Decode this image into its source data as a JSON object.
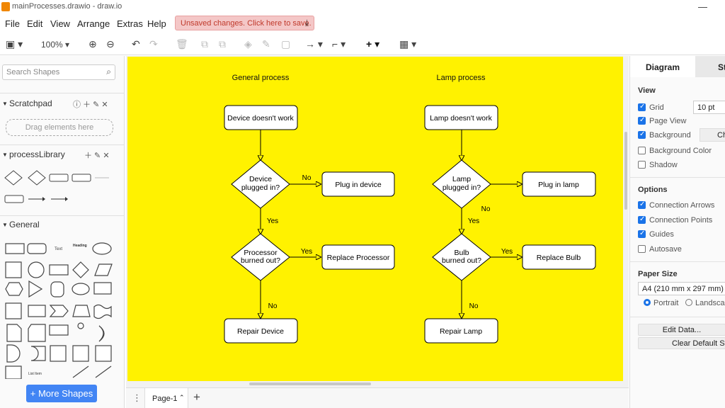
{
  "window": {
    "title": "mainProcesses.drawio - draw.io",
    "minimize_glyph": "—"
  },
  "menu": [
    "File",
    "Edit",
    "View",
    "Arrange",
    "Extras",
    "Help"
  ],
  "unsaved_banner": "Unsaved changes. Click here to save.",
  "toolbar": {
    "zoom": "100%"
  },
  "left_panel": {
    "search_placeholder": "Search Shapes",
    "scratchpad_title": "Scratchpad",
    "dropzone_text": "Drag elements here",
    "library_title": "processLibrary",
    "general_title": "General",
    "more_shapes": "More Shapes",
    "library_labels": {
      "list_item": "List Item",
      "heading": "Heading"
    }
  },
  "diagram": {
    "general_title": "General process",
    "lamp_title": "Lamp process",
    "general": {
      "start": "Device doesn't work",
      "q1": [
        "Device",
        "plugged in?"
      ],
      "a1": "Plug in device",
      "q2": [
        "Processor",
        "burned out?"
      ],
      "a2": "Replace Processor",
      "end": "Repair Device",
      "no1": "No",
      "yes1": "Yes",
      "yes2": "Yes",
      "no2": "No"
    },
    "lamp": {
      "start": "Lamp doesn't work",
      "q1": [
        "Lamp",
        "plugged in?"
      ],
      "a1": "Plug in lamp",
      "q2": [
        "Bulb",
        "burned out?"
      ],
      "a2": "Replace Bulb",
      "end": "Repair Lamp",
      "no1": "No",
      "yes1": "Yes",
      "yes2": "Yes",
      "no2": "No"
    }
  },
  "page_tab": "Page-1",
  "right_panel": {
    "tabs": [
      "Diagram",
      "St"
    ],
    "view_heading": "View",
    "view_options": [
      {
        "label": "Grid",
        "checked": true
      },
      {
        "label": "Page View",
        "checked": true
      },
      {
        "label": "Background",
        "checked": true
      },
      {
        "label": "Background Color",
        "checked": false
      },
      {
        "label": "Shadow",
        "checked": false
      }
    ],
    "grid_size": "10 pt",
    "change_button": "Ch",
    "options_heading": "Options",
    "options": [
      {
        "label": "Connection Arrows",
        "checked": true
      },
      {
        "label": "Connection Points",
        "checked": true
      },
      {
        "label": "Guides",
        "checked": true
      },
      {
        "label": "Autosave",
        "checked": false
      }
    ],
    "paper_heading": "Paper Size",
    "paper_value": "A4 (210 mm x 297 mm)",
    "portrait": "Portrait",
    "landscape": "Landscap",
    "edit_data": "Edit Data...",
    "clear_style": "Clear Default Sty"
  },
  "colors": {
    "canvas": "#fff200",
    "accent": "#4285f4",
    "banner": "#f4c7c7"
  }
}
